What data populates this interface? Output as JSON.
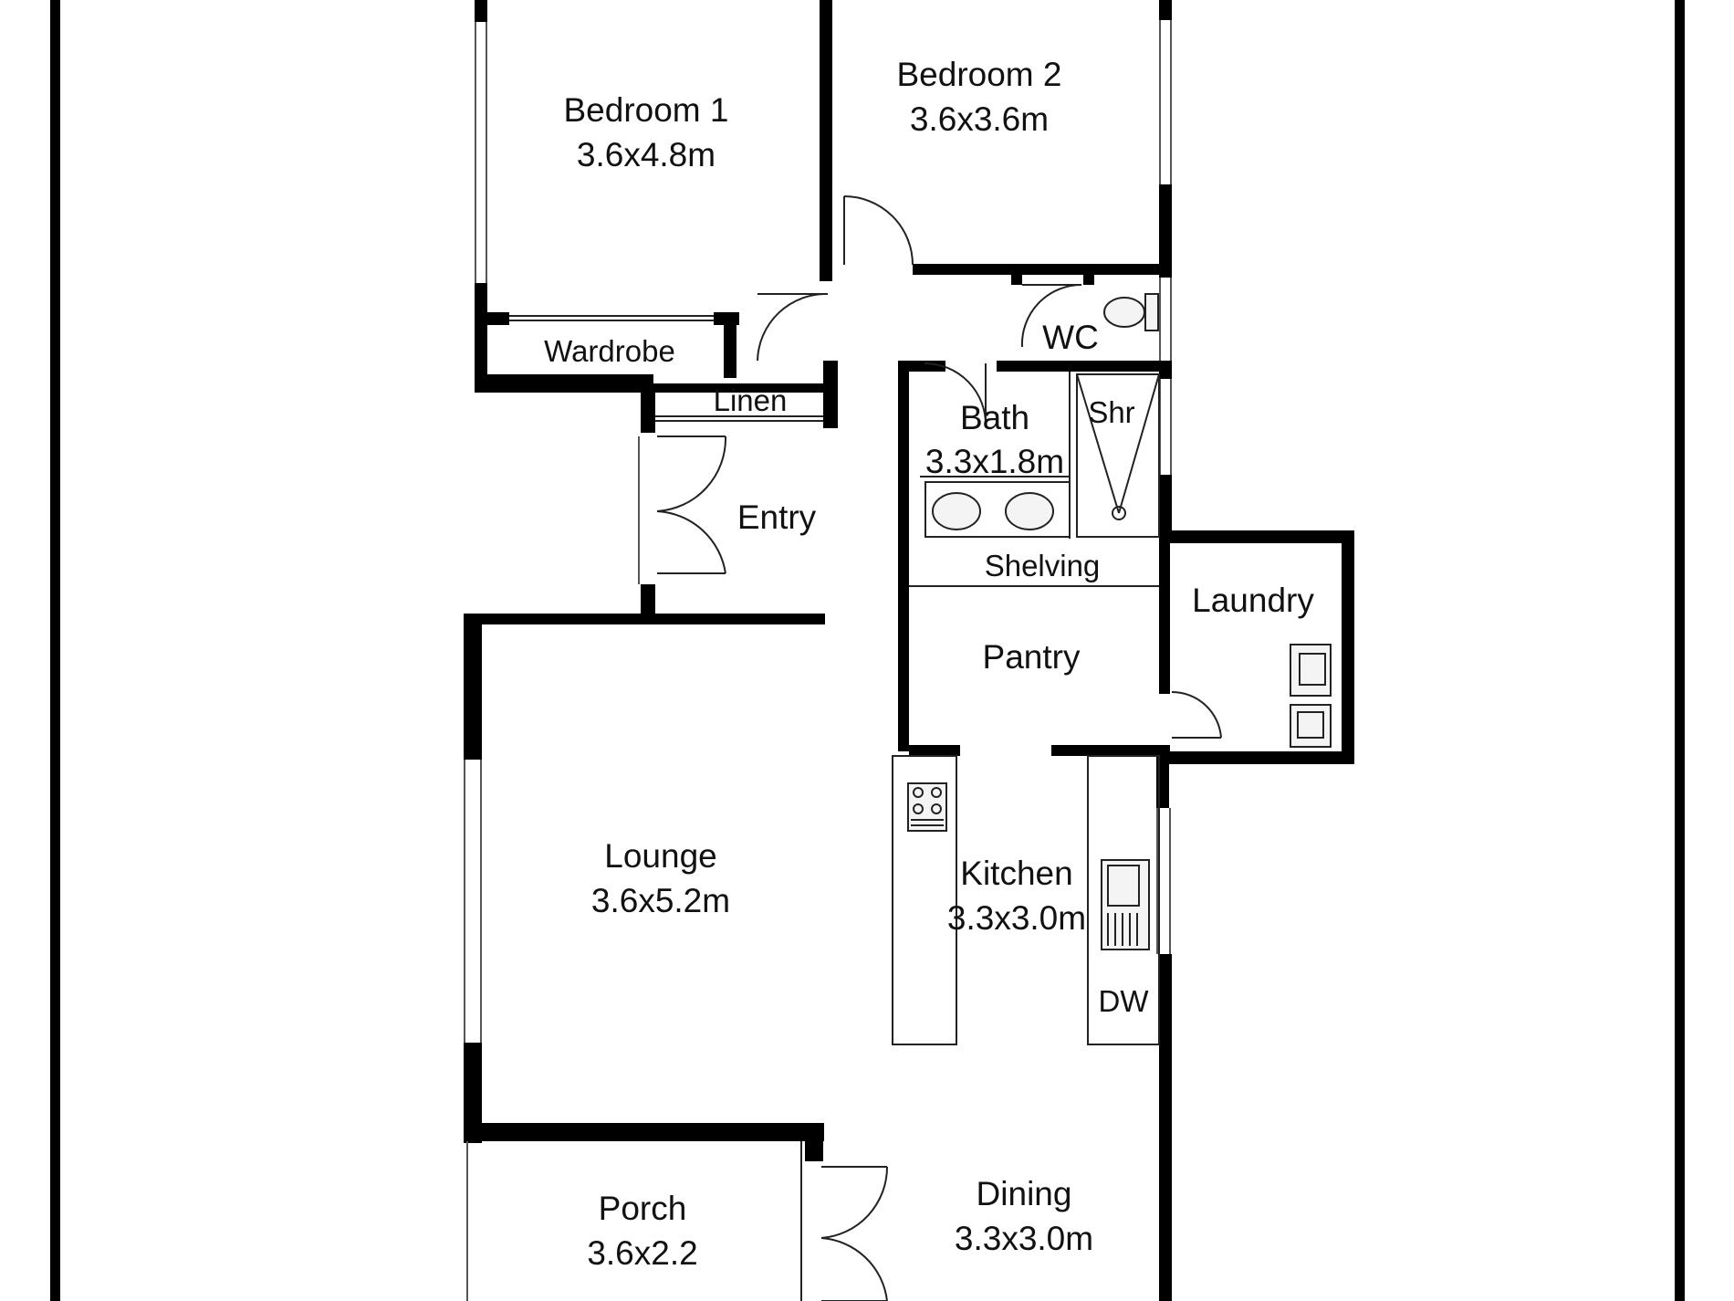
{
  "colors": {
    "wall": "#000000",
    "line": "#000000",
    "thin": "#555555",
    "paper": "#ffffff",
    "fixture_fill": "#f4f4f4"
  },
  "rooms": {
    "bedroom1": {
      "name": "Bedroom 1",
      "size": "3.6x4.8m"
    },
    "bedroom2": {
      "name": "Bedroom 2",
      "size": "3.6x3.6m"
    },
    "wardrobe": {
      "name": "Wardrobe"
    },
    "linen": {
      "name": "Linen"
    },
    "wc": {
      "name": "WC"
    },
    "bath": {
      "name": "Bath",
      "size": "3.3x1.8m"
    },
    "shower": {
      "name": "Shr"
    },
    "entry": {
      "name": "Entry"
    },
    "shelving": {
      "name": "Shelving"
    },
    "laundry": {
      "name": "Laundry"
    },
    "pantry": {
      "name": "Pantry"
    },
    "lounge": {
      "name": "Lounge",
      "size": "3.6x5.2m"
    },
    "kitchen": {
      "name": "Kitchen",
      "size": "3.3x3.0m"
    },
    "dishwasher": {
      "name": "DW"
    },
    "porch": {
      "name": "Porch",
      "size": "3.6x2.2"
    },
    "dining": {
      "name": "Dining",
      "size": "3.3x3.0m"
    }
  },
  "fixtures": [
    "toilet-icon",
    "basin-icon",
    "shower-icon",
    "washing-machine-icon",
    "laundry-tub-icon",
    "cooktop-icon",
    "sink-icon"
  ]
}
